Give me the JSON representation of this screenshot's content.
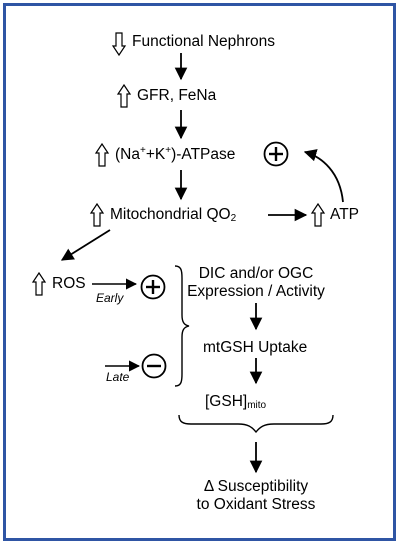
{
  "colors": {
    "frame": "#2f55a4",
    "ink": "#000000"
  },
  "icons": {
    "down": "hollow-down-arrow-icon",
    "up": "hollow-up-arrow-icon",
    "plus": "circled-plus-icon",
    "minus": "circled-minus-icon"
  },
  "nodes": {
    "functional_nephrons": "Functional Nephrons",
    "gfr_fena": "GFR, FeNa",
    "atpase_open": "(Na",
    "atpase_plus1": "+",
    "atpase_mid": "+K",
    "atpase_plus2": "+",
    "atpase_close": ")-ATPase",
    "mito_qo2": "Mitochondrial QO",
    "mito_qo2_sub": "2",
    "atp": "ATP",
    "ros": "ROS",
    "early": "Early",
    "late": "Late",
    "dic_ogc_line1": "DIC and/or OGC",
    "dic_ogc_line2": "Expression / Activity",
    "mtgsh_uptake": "mtGSH Uptake",
    "gsh": "[GSH]",
    "gsh_sub": "mito",
    "susceptibility_line1": "Δ Susceptibility",
    "susceptibility_line2": "to Oxidant Stress"
  }
}
